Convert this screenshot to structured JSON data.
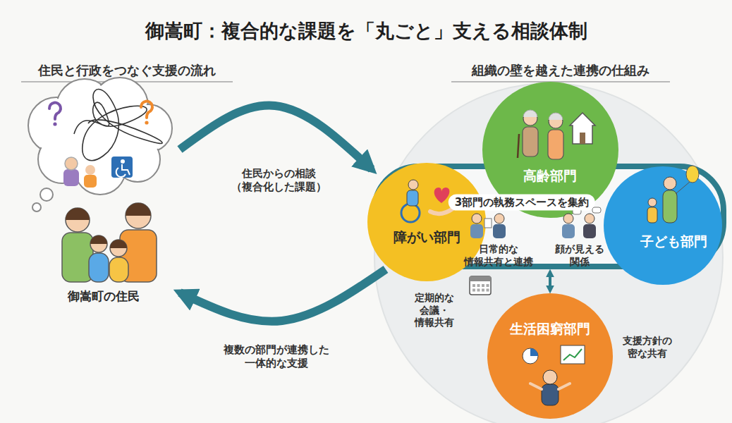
{
  "diagram": {
    "title": "御嵩町：複合的な課題を「丸ごと」支える相談体制",
    "nodes": [
      {
        "text": [
          "御嵩町の住民"
        ]
      },
      {
        "text": [
          "3部門の執務スペースを集約"
        ]
      },
      {
        "text": [
          "高齢部門"
        ]
      },
      {
        "text": [
          "障がい部門"
        ]
      },
      {
        "text": [
          "子ども部門"
        ]
      },
      {
        "text": [
          "生活困窮部門"
        ]
      }
    ],
    "edges": [
      {
        "from": 0,
        "to": 1,
        "arrow": "to",
        "label": "住民からの相談 （複合化した課題）"
      },
      {
        "from": 1,
        "to": 0,
        "arrow": "to",
        "label": "複数の部門が連携した 一体的な支援"
      },
      {
        "from": 1,
        "to": 5,
        "arrow": "both"
      }
    ],
    "labels": [
      "住民と行政をつなぐ支援の流れ",
      "組織の壁を越えた連携の仕組み",
      "日常的な 情報共有と連携",
      "顔が見える 関係",
      "定期的な 会議・ 情報共有",
      "支援方針の 密な共有"
    ]
  }
}
